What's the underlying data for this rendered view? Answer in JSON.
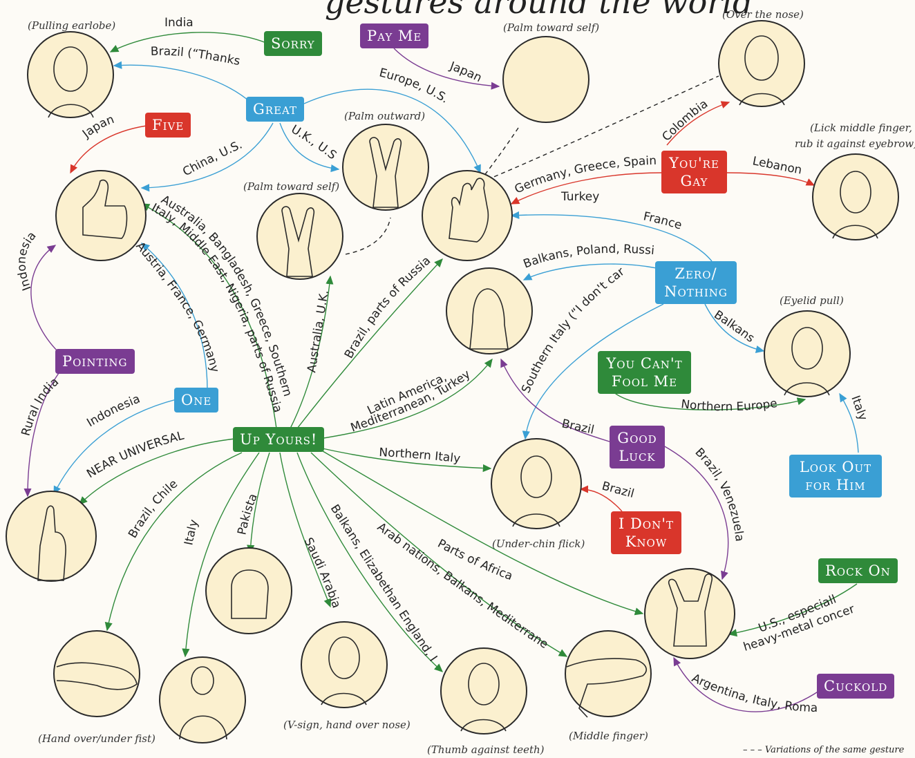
{
  "title": "gestures around the world",
  "legend": "Variations of the same gesture",
  "meanings": {
    "sorry": "Sorry",
    "pay_me": "Pay Me",
    "great": "Great",
    "five": "Five",
    "youre_gay_1": "You're",
    "youre_gay_2": "Gay",
    "zero_1": "Zero/",
    "zero_2": "Nothing",
    "you_cant_1": "You Can't",
    "you_cant_2": "Fool Me",
    "pointing": "Pointing",
    "one": "One",
    "up_yours": "Up Yours!",
    "good_luck_1": "Good",
    "good_luck_2": "Luck",
    "look_out_1": "Look Out",
    "look_out_2": "for Him",
    "dont_know_1": "I Don't",
    "dont_know_2": "Know",
    "rock_on": "Rock On",
    "cuckold": "Cuckold"
  },
  "captions": {
    "earlobe": "(Pulling earlobe)",
    "palm_self_ok": "(Palm toward self)",
    "over_nose": "(Over the nose)",
    "palm_outward": "(Palm outward)",
    "lick_1": "(Lick middle finger,",
    "lick_2": "rub it against eyebrow)",
    "palm_self_v": "(Palm toward self)",
    "eyelid": "(Eyelid pull)",
    "under_chin": "(Under-chin flick)",
    "hand_fist": "(Hand over/under fist)",
    "v_nose": "(V-sign, hand over nose)",
    "thumb_teeth": "(Thumb against teeth)",
    "middle_finger": "(Middle finger)"
  },
  "regions": {
    "india": "India",
    "brazil_thanks": "Brazil (“Thanks”)",
    "japan_payme": "Japan",
    "europe_us": "Europe, U.S.",
    "japan_five": "Japan",
    "china_us": "China, U.S.",
    "uk_us": "U.K., U.S.",
    "colombia": "Colombia",
    "germany": "Germany, Greece, Spain",
    "turkey": "Turkey",
    "lebanon": "Lebanon",
    "france": "France",
    "australia_long_1": "Australia, Bangladesh, Greece, Southern",
    "australia_long_2": "Italy, Middle East, Nigeria, parts of Russia",
    "indonesia_left": "Indonesia",
    "austria": "Austria, France, Germany",
    "balkans_poland": "Balkans, Poland, Russia",
    "australia_uk": "Australia, U.K.",
    "brazil_russia": "Brazil, parts of Russia",
    "southern_italy": "Southern Italy (“I don't care”)",
    "balkans": "Balkans",
    "rural_india": "Rural India",
    "indonesia_one": "Indonesia",
    "latin_1": "Latin America,",
    "latin_2": "Mediterranean, Turkey",
    "northern_europe": "Northern Europe",
    "italy_right": "Italy",
    "near_universal": "NEAR UNIVERSAL",
    "brazil_goodluck": "Brazil",
    "northern_italy": "Northern Italy",
    "brazil_dontknow": "Brazil",
    "brazil_venezuela": "Brazil, Venezuela",
    "brazil_chile": "Brazil, Chile",
    "italy_arm": "Italy",
    "pakistan": "Pakistan",
    "saudi": "Saudi Arabia",
    "balkans_england": "Balkans, Elizabethan England, Italy",
    "arab": "Arab nations, Balkans, Mediterranean",
    "parts_africa": "Parts of Africa",
    "us_especially_1": "U.S., especially",
    "us_especially_2": "heavy-metal concerts",
    "argentina": "Argentina, Italy, Romania"
  },
  "colors": {
    "green": "#2f8a3a",
    "blue": "#3a9fd4",
    "purple": "#7a3c92",
    "red": "#d9362b",
    "circle_fill": "#fbf0cf",
    "circle_stroke": "#2a2a2a"
  }
}
